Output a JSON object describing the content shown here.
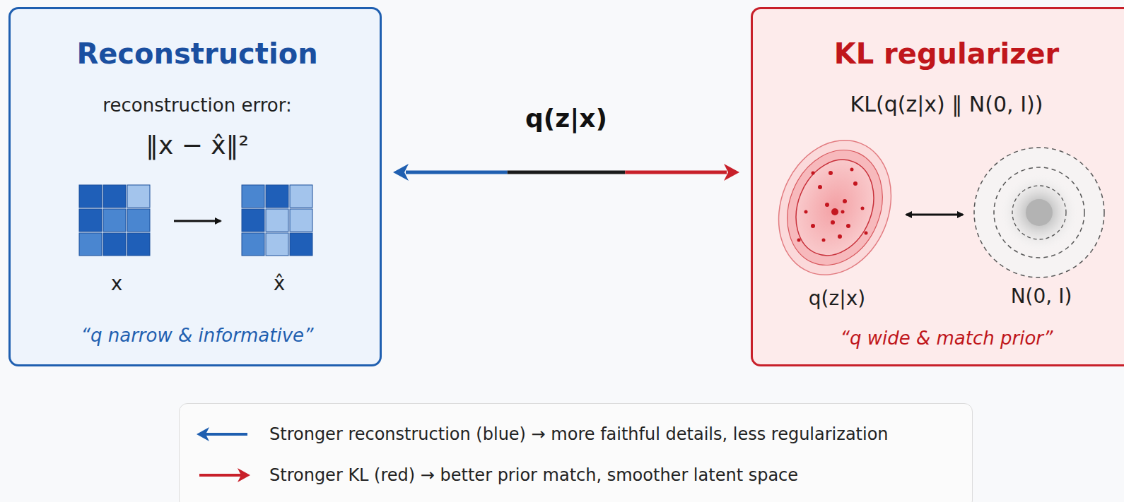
{
  "diagram": {
    "nodes": [
      {
        "text": [
          "Reconstruction",
          "reconstruction error:",
          "‖x − x̂‖²",
          "x",
          "x̂",
          "“q narrow & informative”"
        ]
      },
      {
        "text": [
          "KL regularizer",
          "KL(q(z|x) ‖ N(0, I))",
          "q(z|x)",
          "N(0, I)",
          "“q wide & match prior”"
        ]
      }
    ],
    "edges": [
      {
        "from": 0,
        "to": 1,
        "label": "q(z|x)",
        "arrow": "both"
      }
    ],
    "legend": [
      {
        "text": "Stronger reconstruction (blue) → more faithful details, less regularization"
      },
      {
        "text": "Stronger KL (red) → better prior match, smoother latent space"
      }
    ]
  }
}
